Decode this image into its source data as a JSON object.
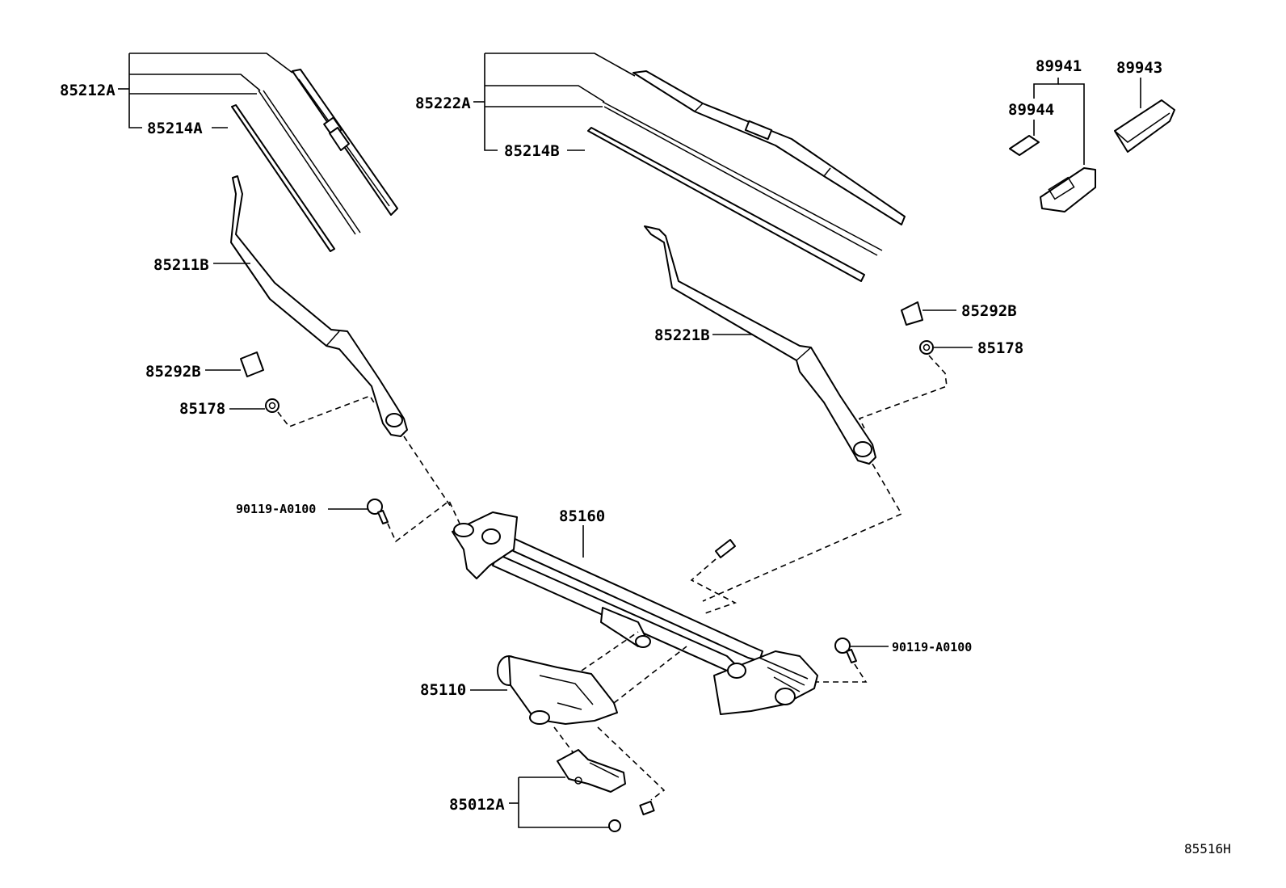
{
  "diagram": {
    "reference_code": "85516H",
    "labels": {
      "p85212A": "85212A",
      "p85214A": "85214A",
      "p85211B": "85211B",
      "p85292B_left": "85292B",
      "p85178_left": "85178",
      "p90119_left": "90119-A0100",
      "p85222A": "85222A",
      "p85214B": "85214B",
      "p85221B": "85221B",
      "p85292B_right": "85292B",
      "p85178_right": "85178",
      "p85160": "85160",
      "p90119_right": "90119-A0100",
      "p85110": "85110",
      "p85012A": "85012A",
      "p89941": "89941",
      "p89943": "89943",
      "p89944": "89944"
    }
  }
}
